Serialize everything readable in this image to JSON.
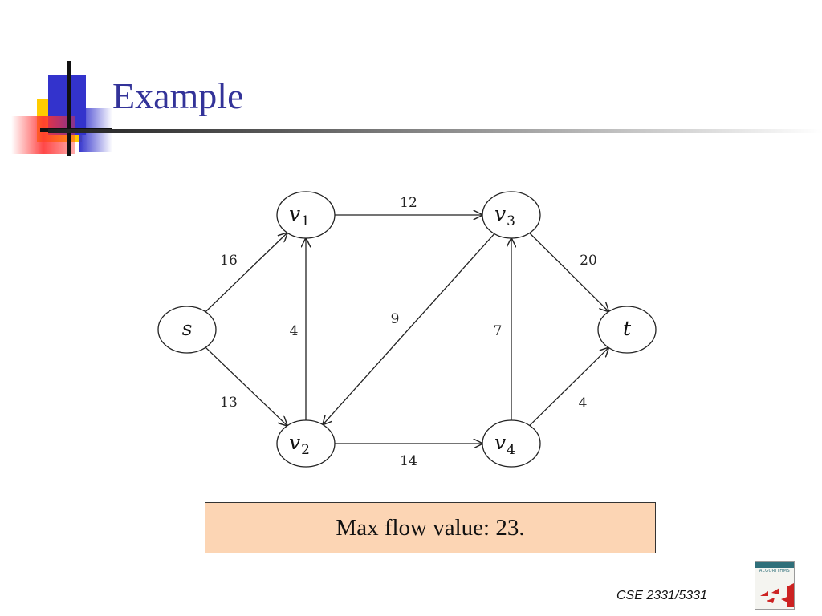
{
  "slide": {
    "title": "Example",
    "footer": "CSE 2331/5331",
    "result_text": "Max flow value: 23.",
    "book_title": "ALGORITHMS"
  },
  "colors": {
    "title": "#333399",
    "accent_blue": "#3333cc",
    "accent_yellow": "#ffcc00",
    "accent_red": "#ff3333",
    "result_box": "#fcd5b4"
  },
  "graph": {
    "nodes": [
      {
        "id": "s",
        "label": "s",
        "sub": ""
      },
      {
        "id": "v1",
        "label": "v",
        "sub": "1"
      },
      {
        "id": "v2",
        "label": "v",
        "sub": "2"
      },
      {
        "id": "v3",
        "label": "v",
        "sub": "3"
      },
      {
        "id": "v4",
        "label": "v",
        "sub": "4"
      },
      {
        "id": "t",
        "label": "t",
        "sub": ""
      }
    ],
    "edges": [
      {
        "from": "s",
        "to": "v1",
        "capacity": "16"
      },
      {
        "from": "s",
        "to": "v2",
        "capacity": "13"
      },
      {
        "from": "v2",
        "to": "v1",
        "capacity": "4"
      },
      {
        "from": "v1",
        "to": "v3",
        "capacity": "12"
      },
      {
        "from": "v3",
        "to": "v2",
        "capacity": "9"
      },
      {
        "from": "v2",
        "to": "v4",
        "capacity": "14"
      },
      {
        "from": "v4",
        "to": "v3",
        "capacity": "7"
      },
      {
        "from": "v3",
        "to": "t",
        "capacity": "20"
      },
      {
        "from": "v4",
        "to": "t",
        "capacity": "4"
      }
    ]
  }
}
